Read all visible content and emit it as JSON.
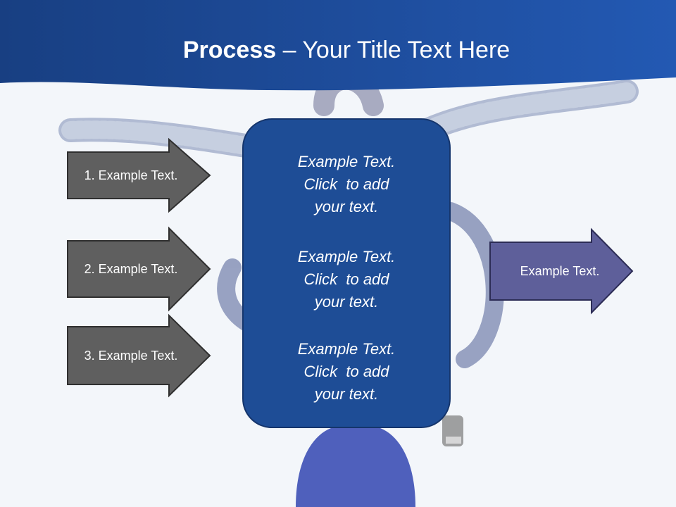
{
  "title": {
    "bold": "Process",
    "rest": " – Your Title Text Here"
  },
  "left_arrows": [
    {
      "label": "1. Example Text."
    },
    {
      "label": "2. Example Text."
    },
    {
      "label": "3. Example Text."
    }
  ],
  "center_box": {
    "blocks": [
      {
        "lines": [
          "Example Text.",
          "Click  to add",
          "your text."
        ]
      },
      {
        "lines": [
          "Example Text.",
          "Click  to add",
          "your text."
        ]
      },
      {
        "lines": [
          "Example Text.",
          "Click  to add",
          "your text."
        ]
      }
    ]
  },
  "right_arrow": {
    "label": "Example Text."
  },
  "colors": {
    "header_blue": "#1b4a94",
    "left_arrow_fill": "#5f5f5f",
    "center_box_fill": "#1e4d96",
    "right_arrow_fill": "#5e5f9a"
  }
}
